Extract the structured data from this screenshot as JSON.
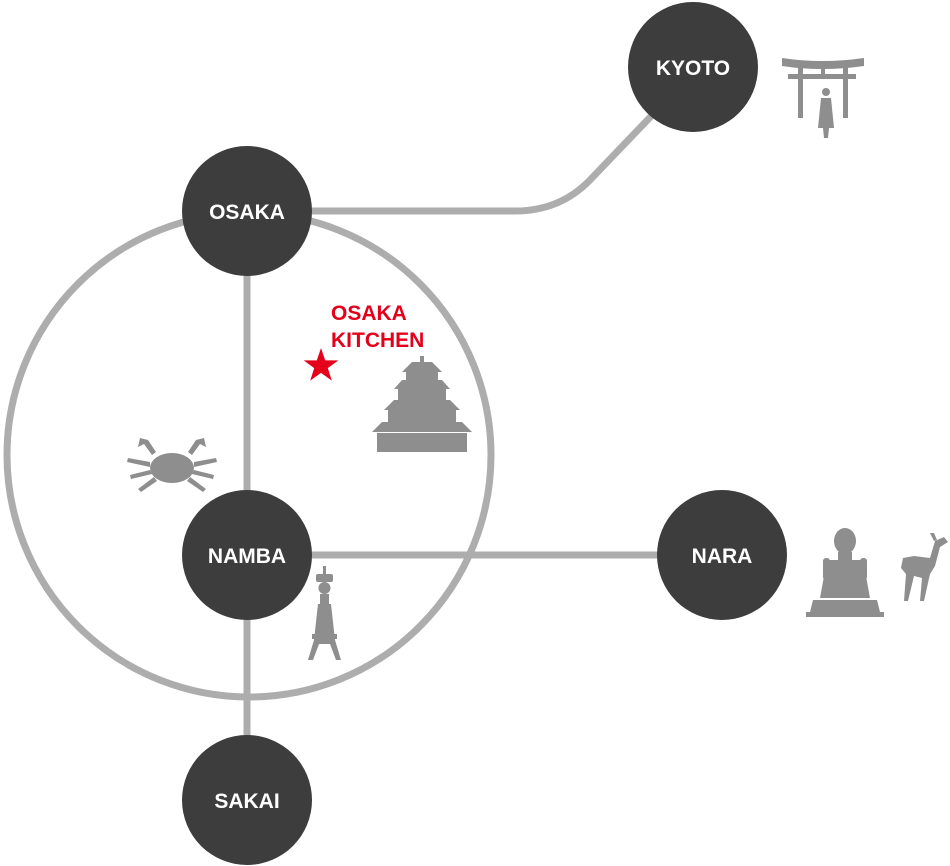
{
  "map": {
    "stations": {
      "kyoto": "KYOTO",
      "osaka": "OSAKA",
      "namba": "NAMBA",
      "nara": "NARA",
      "sakai": "SAKAI"
    },
    "marker": {
      "line1": "OSAKA",
      "line2": "KITCHEN",
      "icon": "star-icon",
      "color": "#e4001b"
    },
    "colors": {
      "station": "#3d3d3d",
      "route": "#adadad",
      "landmark": "#8e8e8e"
    },
    "landmarks": [
      "torii-gate-icon",
      "castle-icon",
      "crab-icon",
      "tower-icon",
      "buddha-statue-icon",
      "deer-icon"
    ]
  }
}
